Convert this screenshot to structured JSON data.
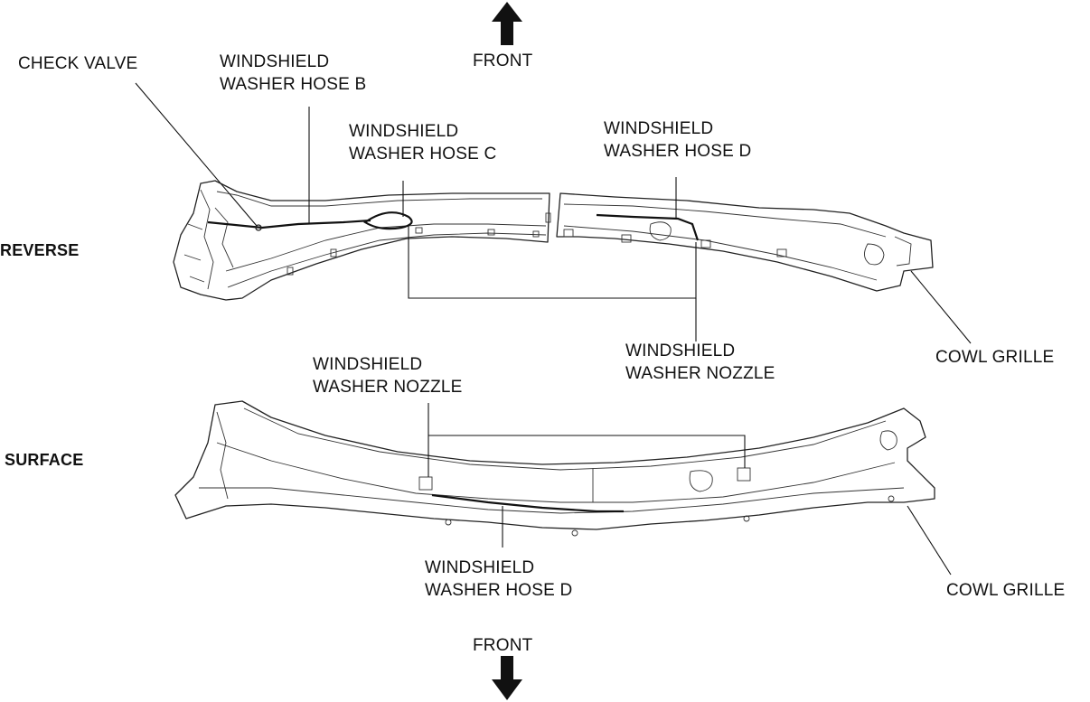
{
  "arrows": {
    "top_label": "FRONT",
    "bottom_label": "FRONT",
    "top_icon": "arrow-up-icon",
    "bottom_icon": "arrow-down-icon"
  },
  "views": {
    "reverse": "REVERSE",
    "surface": "SURFACE"
  },
  "reverse_labels": {
    "check_valve": "CHECK VALVE",
    "hose_b": [
      "WINDSHIELD",
      "WASHER HOSE B"
    ],
    "hose_c": [
      "WINDSHIELD",
      "WASHER HOSE C"
    ],
    "hose_d": [
      "WINDSHIELD",
      "WASHER HOSE D"
    ],
    "nozzle": [
      "WINDSHIELD",
      "WASHER NOZZLE"
    ],
    "cowl_grille": "COWL GRILLE"
  },
  "surface_labels": {
    "nozzle": [
      "WINDSHIELD",
      "WASHER NOZZLE"
    ],
    "hose_d": [
      "WINDSHIELD",
      "WASHER HOSE D"
    ],
    "cowl_grille": "COWL GRILLE"
  }
}
